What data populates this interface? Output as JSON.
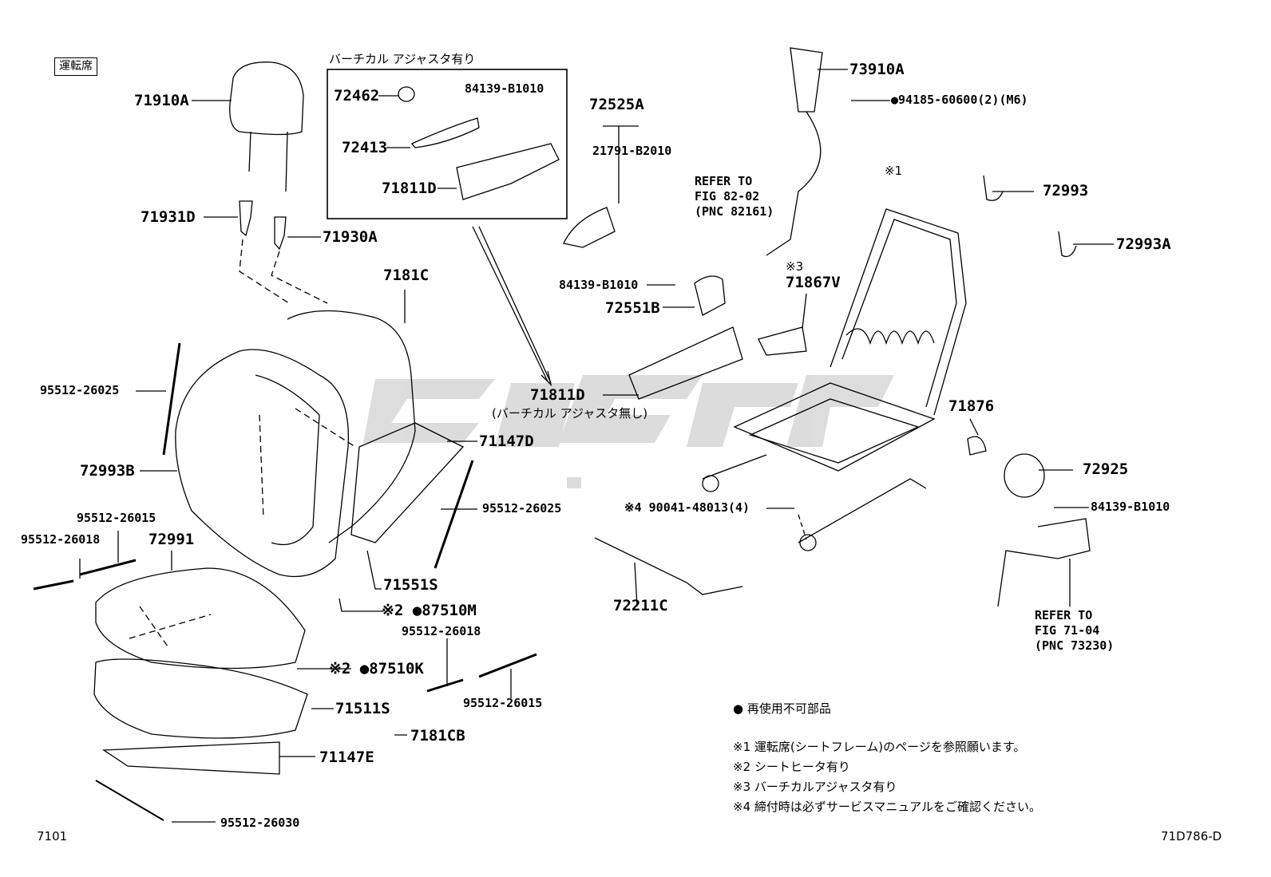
{
  "header": {
    "seat_tag": "運転席",
    "group_caption": "バーチカル アジャスタ有り"
  },
  "labels": {
    "p71910A": "71910A",
    "p71931D": "71931D",
    "p71930A": "71930A",
    "p72462": "72462",
    "p84139_1": "84139-B1010",
    "p72413": "72413",
    "p71811D_top": "71811D",
    "p72525A": "72525A",
    "p21791": "21791-B2010",
    "p73910A": "73910A",
    "p94185": "●94185-60600(2)(M6)",
    "p72993": "72993",
    "p72993A": "72993A",
    "mark1": "※1",
    "p7181C": "7181C",
    "p84139_2": "84139-B1010",
    "p72551B": "72551B",
    "mark3": "※3",
    "p71867V": "71867V",
    "p71811D_low": "71811D",
    "p71811D_low_note": "(バーチカル アジャスタ無し)",
    "p95512_26025_a": "95512-26025",
    "p72993B": "72993B",
    "p71147D": "71147D",
    "p95512_26025_b": "95512-26025",
    "p71876": "71876",
    "p72925": "72925",
    "p84139_3": "84139-B1010",
    "p90041": "※4 90041-48013(4)",
    "p95512_26015_a": "95512-26015",
    "p95512_26018_a": "95512-26018",
    "p72991": "72991",
    "p71551S": "71551S",
    "p87510M": "※2 ●87510M",
    "p72211C": "72211C",
    "p95512_26018_b": "95512-26018",
    "p87510K": "※2 ●87510K",
    "p95512_26015_b": "95512-26015",
    "p71511S": "71511S",
    "p7181CB": "7181CB",
    "p71147E": "71147E",
    "p95512_26030": "95512-26030"
  },
  "refer": {
    "fig82": [
      "REFER TO",
      "FIG 82-02",
      "(PNC 82161)"
    ],
    "fig71": [
      "REFER TO",
      "FIG 71-04",
      "(PNC 73230)"
    ]
  },
  "notes": {
    "bullet": "● 再使用不可部品",
    "n1": "※1 運転席(シートフレーム)のページを参照願います。",
    "n2": "※2 シートヒータ有り",
    "n3": "※3 バーチカルアジャスタ有り",
    "n4": "※4 締付時は必ずサービスマニュアルをご確認ください。"
  },
  "footer": {
    "page_code": "7101",
    "diagram_code": "71D786-D"
  }
}
